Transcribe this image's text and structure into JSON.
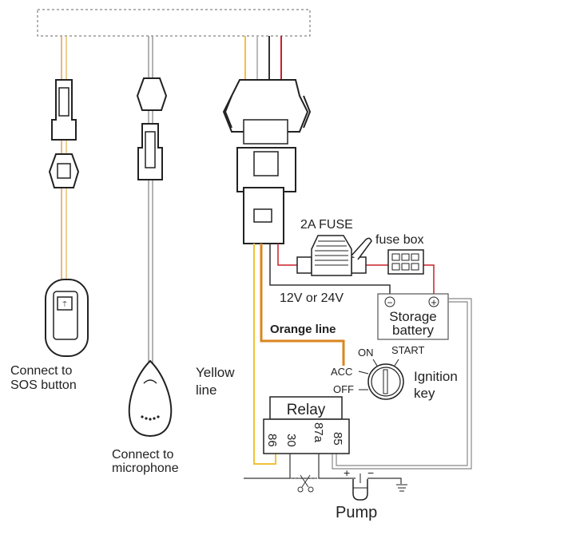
{
  "labels": {
    "sos": [
      "Connect to",
      "SOS button"
    ],
    "microphone": [
      "Connect to",
      "microphone"
    ],
    "yellow_line": [
      "Yellow",
      "line"
    ],
    "fuse": "2A FUSE",
    "fuse_box": "fuse box",
    "voltage": "12V or 24V",
    "orange_line": "Orange line",
    "battery": [
      "Storage",
      "battery"
    ],
    "battery_minus": "−",
    "battery_plus": "+",
    "ignition_positions": {
      "on": "ON",
      "start": "START",
      "acc": "ACC",
      "off": "OFF"
    },
    "ignition": [
      "Ignition",
      "key"
    ],
    "relay": "Relay",
    "relay_pins": [
      "86",
      "30",
      "87a",
      "85"
    ],
    "pump": "Pump",
    "pump_plus": "+",
    "pump_minus": "−"
  },
  "colors": {
    "yellow": "#f0c23a",
    "orange": "#d9861f",
    "red": "#c8202a",
    "black": "#333333",
    "grey": "#888888"
  }
}
